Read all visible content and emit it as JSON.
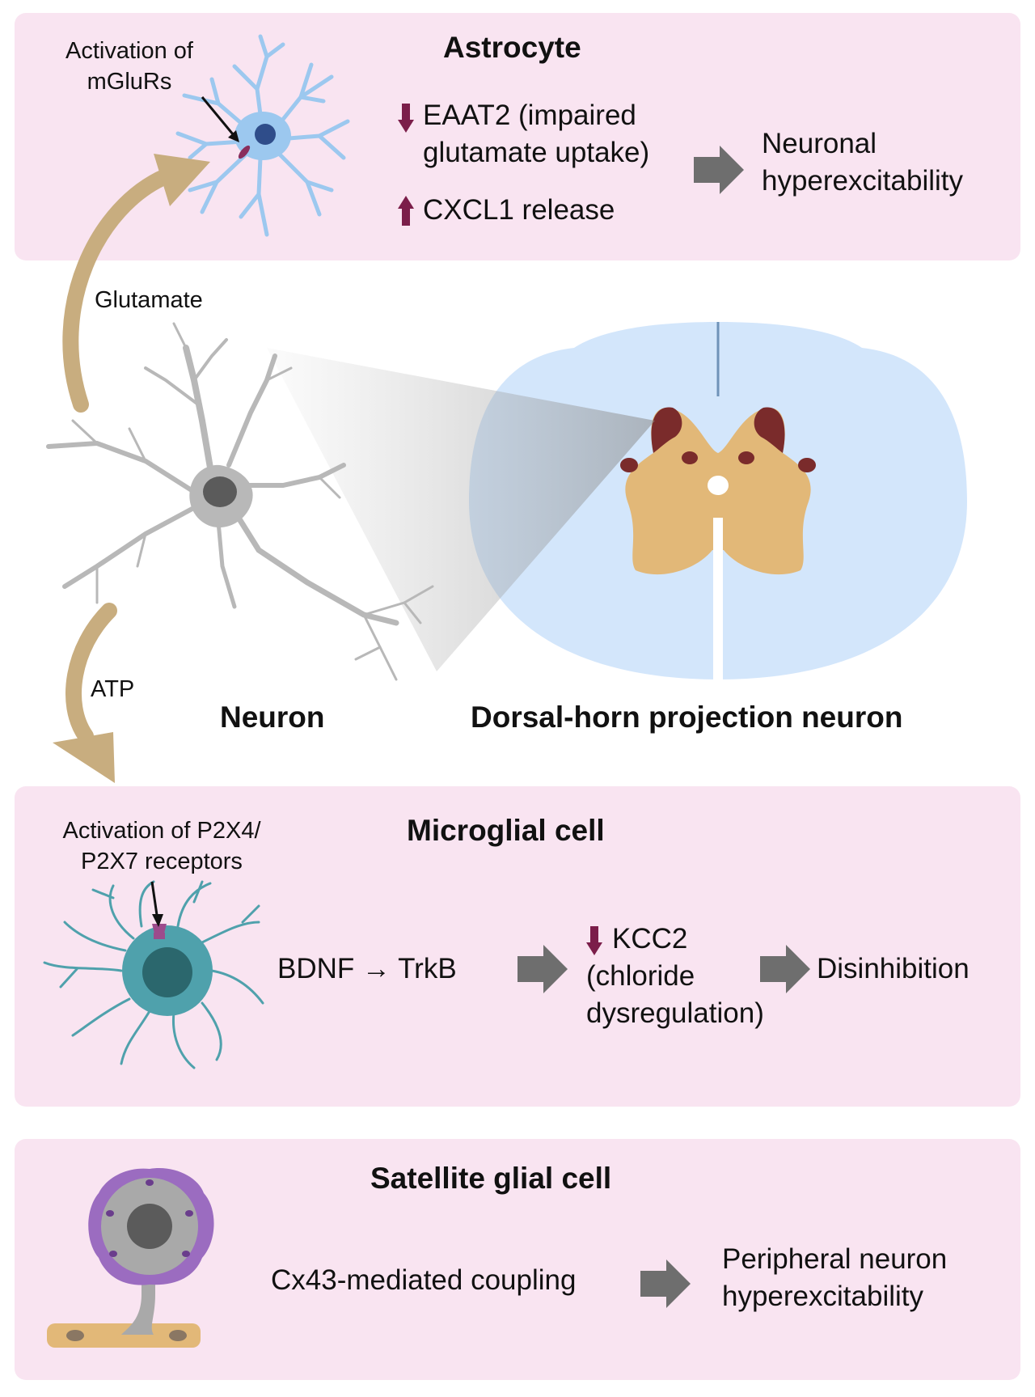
{
  "astrocyte": {
    "title": "Astrocyte",
    "receptor_label_1": "Activation of",
    "receptor_label_2": "mGluRs",
    "effect_1_line_1": "EAAT2 (impaired",
    "effect_1_line_2": "glutamate uptake)",
    "effect_2": "CXCL1 release",
    "outcome_line_1": "Neuronal",
    "outcome_line_2": "hyperexcitability"
  },
  "middle": {
    "glutamate_label": "Glutamate",
    "atp_label": "ATP",
    "neuron_label": "Neuron",
    "spinal_label": "Dorsal-horn projection neuron"
  },
  "microglia": {
    "title": "Microglial cell",
    "receptor_label_1": "Activation of P2X4/",
    "receptor_label_2": "P2X7 receptors",
    "pathway": "BDNF → TrkB",
    "effect_line_1": "KCC2",
    "effect_line_2": "(chloride",
    "effect_line_3": "dysregulation)",
    "outcome": "Disinhibition"
  },
  "satellite": {
    "title": "Satellite glial cell",
    "mechanism": "Cx43-mediated coupling",
    "outcome_line_1": "Peripheral neuron",
    "outcome_line_2": "hyperexcitability"
  },
  "colors": {
    "panel_bg": "#f9e4f1",
    "arrow_gold": "#c8ad7f",
    "flow_arrow_gray": "#6e6e6e",
    "down_up_arrow": "#7b1e4a",
    "astrocyte_blue": "#9cc8ef",
    "neuron_gray": "#b8b8b8",
    "spinal_blue": "#d3e6fb",
    "grey_matter": "#e2b878",
    "dorsal_horn": "#7a2b2b",
    "microglia_teal": "#4fa1ac",
    "satellite_purple": "#9b6cc0"
  }
}
